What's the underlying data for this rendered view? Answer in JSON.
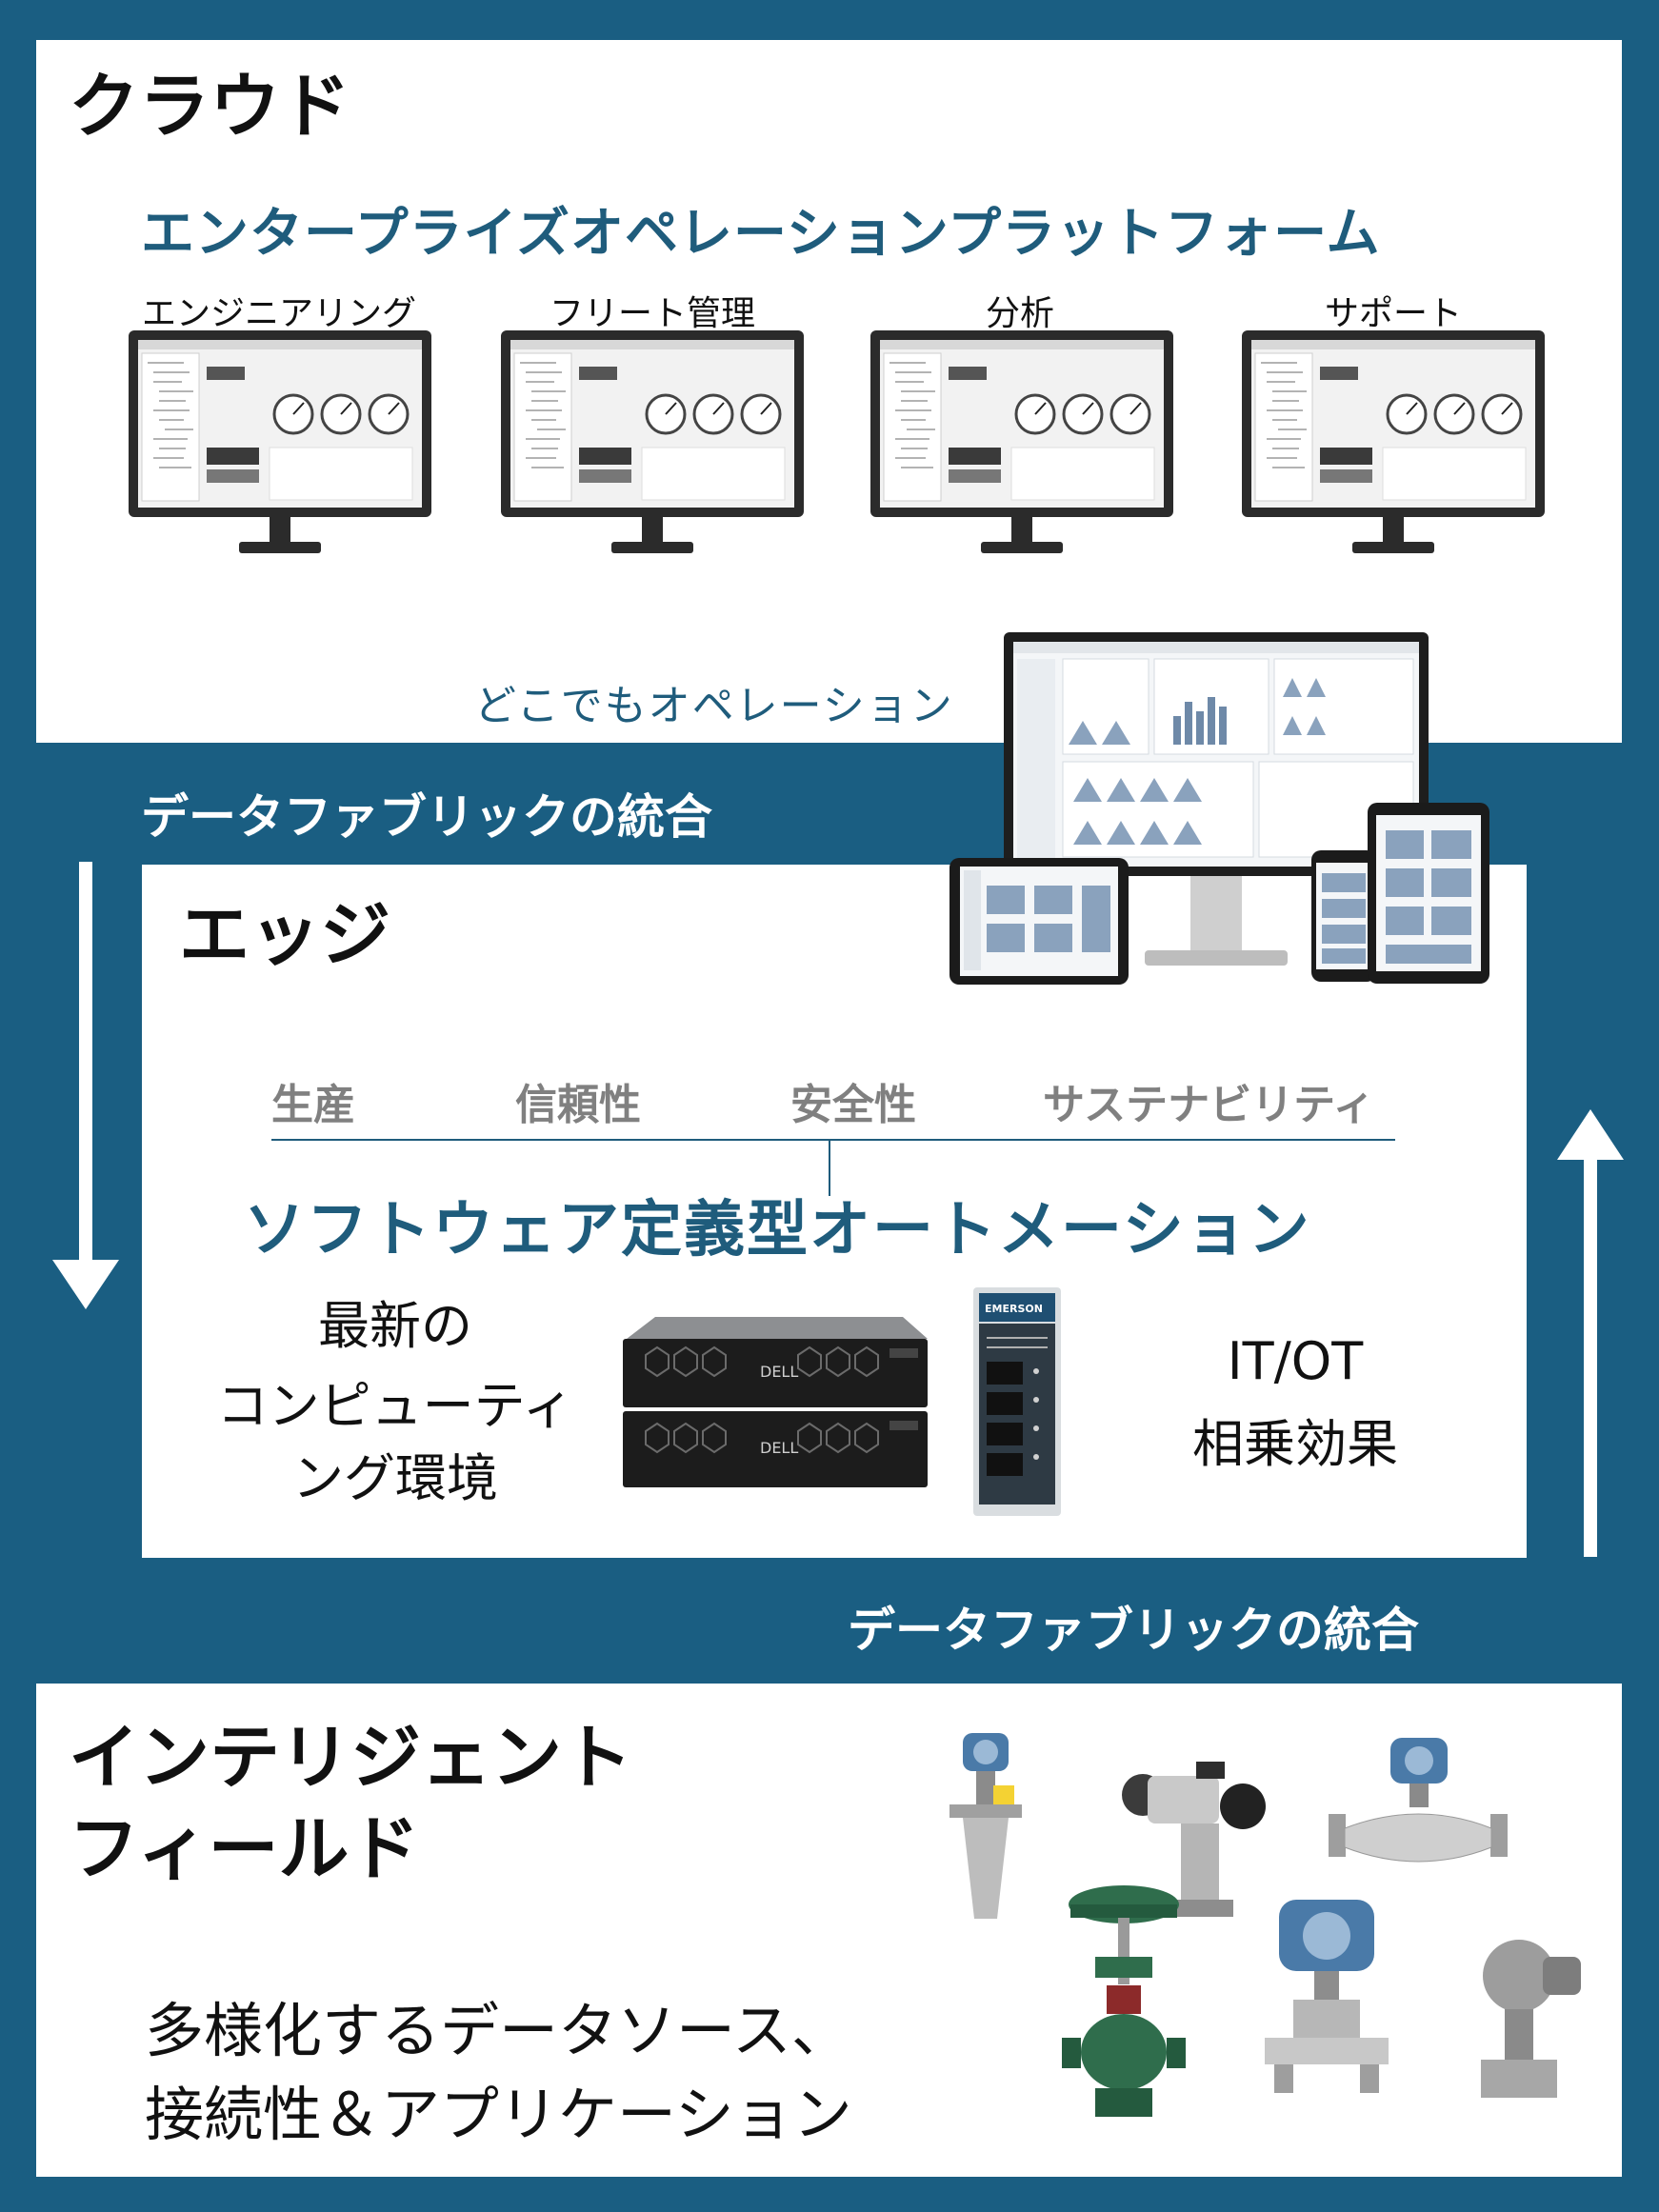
{
  "colors": {
    "background": "#1a5e82",
    "accent_text": "#1f5c7c",
    "category_text": "#808080",
    "panel": "#ffffff"
  },
  "cloud": {
    "title": "クラウド",
    "platform_title": "エンタープライズオペレーションプラットフォーム",
    "monitors": [
      {
        "label": "エンジニアリング"
      },
      {
        "label": "フリート管理"
      },
      {
        "label": "分析"
      },
      {
        "label": "サポート"
      }
    ],
    "anywhere_label": "どこでもオペレーション"
  },
  "integration_top": "データファブリックの統合",
  "edge": {
    "title": "エッジ",
    "categories": [
      "生産",
      "信頼性",
      "安全性",
      "サステナビリティ"
    ],
    "sda_title": "ソフトウェア定義型オートメーション",
    "computing_lines": [
      "最新の",
      "コンピューティ",
      "ング環境"
    ],
    "server_brand": "DELL",
    "controller_brand": "EMERSON",
    "itot_lines": [
      "IT/OT",
      "相乗効果"
    ]
  },
  "integration_bottom": "データファブリックの統合",
  "field": {
    "title_lines": [
      "インテリジェント",
      "フィールド"
    ],
    "desc_lines": [
      "多様化するデータソース、",
      "接続性＆アプリケーション"
    ]
  },
  "icons": [
    "down-arrow-icon",
    "up-arrow-icon"
  ]
}
